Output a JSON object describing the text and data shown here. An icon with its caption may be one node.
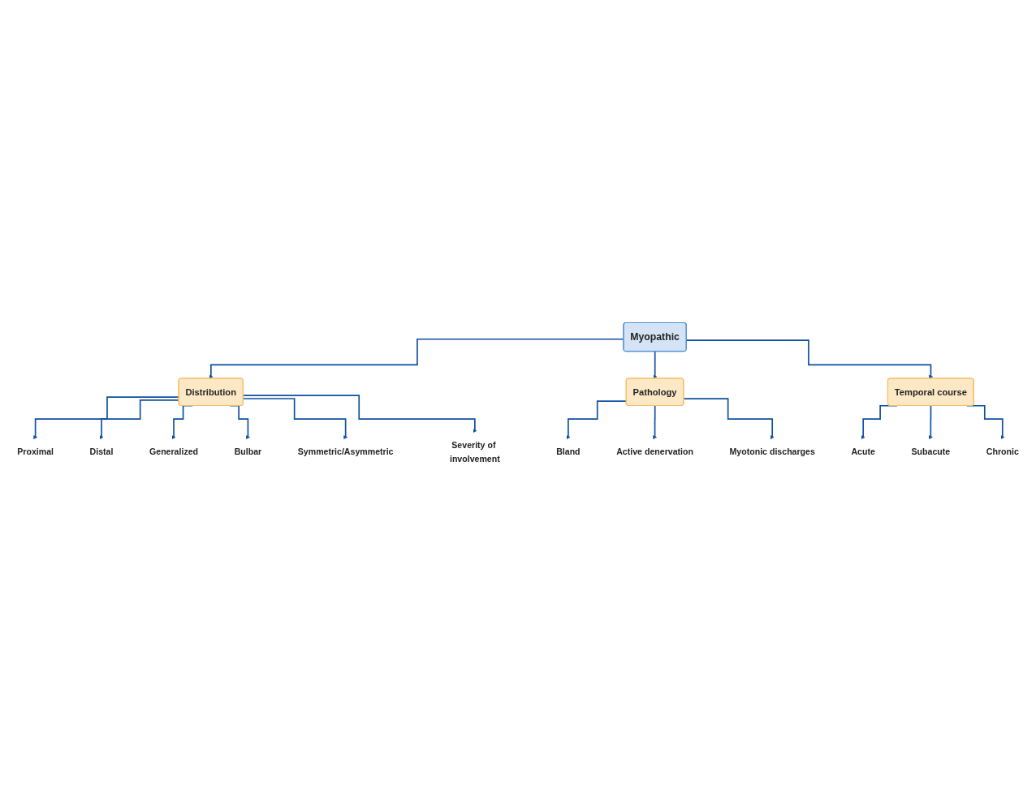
{
  "diagram": {
    "nodes": [
      {
        "text": [
          "Myopathic"
        ]
      },
      {
        "text": [
          "Distribution"
        ]
      },
      {
        "text": [
          "Pathology"
        ]
      },
      {
        "text": [
          "Temporal course"
        ]
      },
      {
        "text": [
          "Proximal"
        ]
      },
      {
        "text": [
          "Distal"
        ]
      },
      {
        "text": [
          "Generalized"
        ]
      },
      {
        "text": [
          "Bulbar"
        ]
      },
      {
        "text": [
          "Symmetric/Asymmetric"
        ]
      },
      {
        "text": [
          "Severity of involvement"
        ]
      },
      {
        "text": [
          "Bland"
        ]
      },
      {
        "text": [
          "Active denervation"
        ]
      },
      {
        "text": [
          "Myotonic discharges"
        ]
      },
      {
        "text": [
          "Acute"
        ]
      },
      {
        "text": [
          "Subacute"
        ]
      },
      {
        "text": [
          "Chronic"
        ]
      }
    ],
    "edges": [
      {
        "from": 0,
        "to": 1,
        "arrow": "to"
      },
      {
        "from": 0,
        "to": 2,
        "arrow": "to"
      },
      {
        "from": 0,
        "to": 3,
        "arrow": "to"
      },
      {
        "from": 1,
        "to": 4,
        "arrow": "to"
      },
      {
        "from": 1,
        "to": 5,
        "arrow": "to"
      },
      {
        "from": 1,
        "to": 6,
        "arrow": "to"
      },
      {
        "from": 1,
        "to": 7,
        "arrow": "to"
      },
      {
        "from": 1,
        "to": 8,
        "arrow": "to"
      },
      {
        "from": 1,
        "to": 9,
        "arrow": "to"
      },
      {
        "from": 2,
        "to": 10,
        "arrow": "to"
      },
      {
        "from": 2,
        "to": 11,
        "arrow": "to"
      },
      {
        "from": 2,
        "to": 12,
        "arrow": "to"
      },
      {
        "from": 3,
        "to": 13,
        "arrow": "to"
      },
      {
        "from": 3,
        "to": 14,
        "arrow": "to"
      },
      {
        "from": 3,
        "to": 15,
        "arrow": "to"
      }
    ]
  }
}
